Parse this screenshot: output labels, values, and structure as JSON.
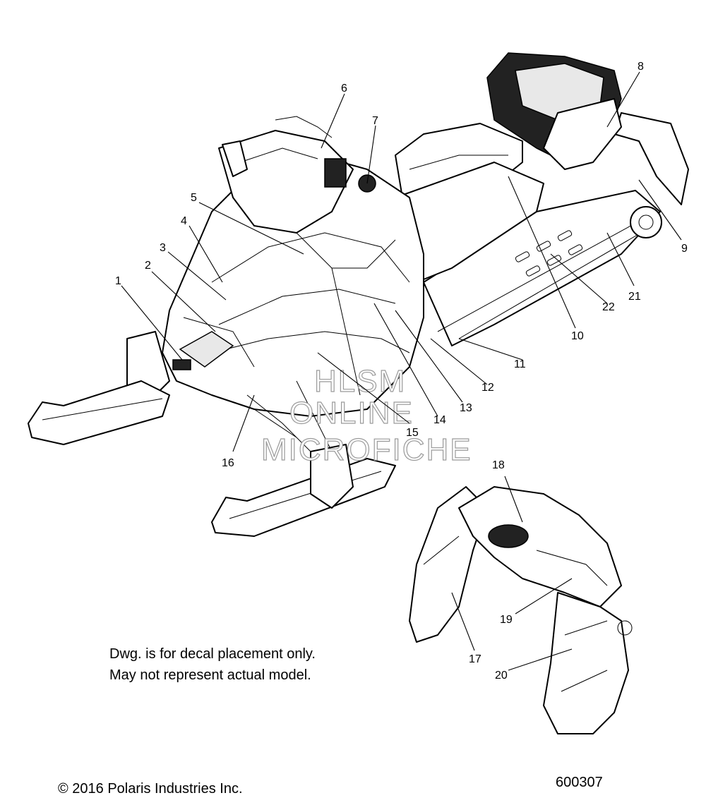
{
  "callouts": [
    {
      "id": "1",
      "label": "1"
    },
    {
      "id": "2",
      "label": "2"
    },
    {
      "id": "3",
      "label": "3"
    },
    {
      "id": "4",
      "label": "4"
    },
    {
      "id": "5",
      "label": "5"
    },
    {
      "id": "6",
      "label": "6"
    },
    {
      "id": "7",
      "label": "7"
    },
    {
      "id": "8",
      "label": "8"
    },
    {
      "id": "9",
      "label": "9"
    },
    {
      "id": "10",
      "label": "10"
    },
    {
      "id": "11",
      "label": "11"
    },
    {
      "id": "12",
      "label": "12"
    },
    {
      "id": "13",
      "label": "13"
    },
    {
      "id": "14",
      "label": "14"
    },
    {
      "id": "15",
      "label": "15"
    },
    {
      "id": "16",
      "label": "16"
    },
    {
      "id": "17",
      "label": "17"
    },
    {
      "id": "18",
      "label": "18"
    },
    {
      "id": "19",
      "label": "19"
    },
    {
      "id": "20",
      "label": "20"
    },
    {
      "id": "21",
      "label": "21"
    },
    {
      "id": "22",
      "label": "22"
    }
  ],
  "note": {
    "line1": "Dwg. is for decal placement only.",
    "line2": "May not represent actual model."
  },
  "copyright": "© 2016 Polaris Industries Inc.",
  "drawing_number": "600307",
  "watermark": {
    "line1": "HLSM",
    "line2": "ONLINE",
    "line3": "MICROFICHE"
  }
}
